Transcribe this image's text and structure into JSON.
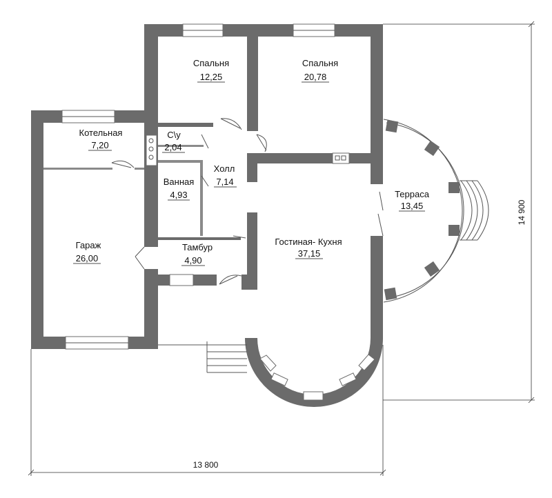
{
  "rooms": [
    {
      "name": "Спальня",
      "area": "12,25"
    },
    {
      "name": "Спальня",
      "area": "20,78"
    },
    {
      "name": "Котельная",
      "area": "7,20"
    },
    {
      "name": "С\\у",
      "area": "2,04"
    },
    {
      "name": "Холл",
      "area": "7,14"
    },
    {
      "name": "Ванная",
      "area": "4,93"
    },
    {
      "name": "Терраса",
      "area": "13,45"
    },
    {
      "name": "Гараж",
      "area": "26,00"
    },
    {
      "name": "Тамбур",
      "area": "4,90"
    },
    {
      "name": "Гостиная- Кухня",
      "area": "37,15"
    }
  ],
  "dimensions": {
    "width": "13 800",
    "height": "14 900"
  }
}
